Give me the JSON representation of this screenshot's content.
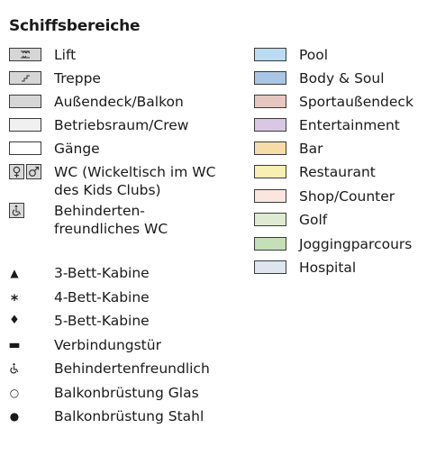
{
  "title": "Schiffsbereiche",
  "left_items": [
    {
      "label": "Lift",
      "color": "#d6d6d6"
    },
    {
      "label": "Treppe",
      "color": "#d6d6d6"
    },
    {
      "label": "Außendeck/Balkon",
      "color": "#d6d6d6"
    },
    {
      "label": "Betriebsraum/Crew",
      "color": "#f0f0f0"
    },
    {
      "label": "Gänge",
      "color": "#ffffff"
    }
  ],
  "wc": {
    "line1": "WC (Wickeltisch im WC",
    "line2": "des Kids Clubs)"
  },
  "accessible_wc": {
    "line1": "Behinderten-",
    "line2": "freundliches WC"
  },
  "symbols": [
    {
      "icon": "triangle-icon",
      "glyph": "▲",
      "label": "3-Bett-Kabine"
    },
    {
      "icon": "asterisk-icon",
      "glyph": "*",
      "label": "4-Bett-Kabine"
    },
    {
      "icon": "diamond-icon",
      "glyph": "♦",
      "label": "5-Bett-Kabine"
    },
    {
      "icon": "rectangle-icon",
      "glyph": "▬",
      "label": "Verbindungstür"
    },
    {
      "icon": "wheelchair-icon",
      "glyph": "♿",
      "label": "Behindertenfreundlich"
    },
    {
      "icon": "circle-outline-icon",
      "glyph": "○",
      "label": "Balkonbrüstung Glas"
    },
    {
      "icon": "circle-filled-icon",
      "glyph": "●",
      "label": "Balkonbrüstung Stahl"
    }
  ],
  "right_items": [
    {
      "label": "Pool",
      "color": "#b9dcf3"
    },
    {
      "label": "Body & Soul",
      "color": "#a9c6e6"
    },
    {
      "label": "Sportaußendeck",
      "color": "#e6c7bf"
    },
    {
      "label": "Entertainment",
      "color": "#d9c8e3"
    },
    {
      "label": "Bar",
      "color": "#f6dca6"
    },
    {
      "label": "Restaurant",
      "color": "#f8efb3"
    },
    {
      "label": "Shop/Counter",
      "color": "#fbe6df"
    },
    {
      "label": "Golf",
      "color": "#dfead2"
    },
    {
      "label": "Joggingparcours",
      "color": "#c5dfb6"
    },
    {
      "label": "Hospital",
      "color": "#dde6ef"
    }
  ]
}
